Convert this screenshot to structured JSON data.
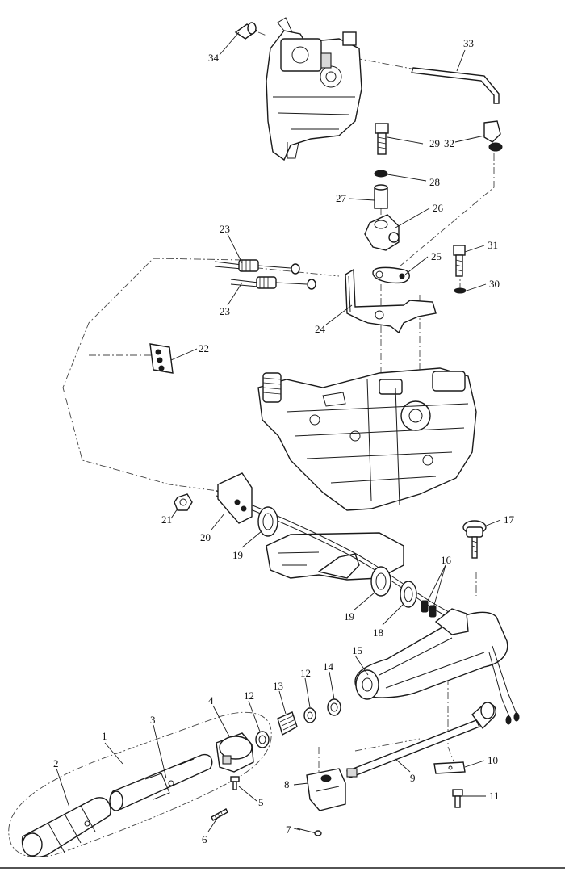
{
  "callouts": [
    {
      "id": "c1",
      "label": "1"
    },
    {
      "id": "c2",
      "label": "2"
    },
    {
      "id": "c3",
      "label": "3"
    },
    {
      "id": "c4",
      "label": "4"
    },
    {
      "id": "c5",
      "label": "5"
    },
    {
      "id": "c6",
      "label": "6"
    },
    {
      "id": "c7",
      "label": "7"
    },
    {
      "id": "c8",
      "label": "8"
    },
    {
      "id": "c9",
      "label": "9"
    },
    {
      "id": "c10",
      "label": "10"
    },
    {
      "id": "c11",
      "label": "11"
    },
    {
      "id": "c12a",
      "label": "12"
    },
    {
      "id": "c12b",
      "label": "12"
    },
    {
      "id": "c13",
      "label": "13"
    },
    {
      "id": "c14",
      "label": "14"
    },
    {
      "id": "c15",
      "label": "15"
    },
    {
      "id": "c16",
      "label": "16"
    },
    {
      "id": "c17",
      "label": "17"
    },
    {
      "id": "c18",
      "label": "18"
    },
    {
      "id": "c19a",
      "label": "19"
    },
    {
      "id": "c19b",
      "label": "19"
    },
    {
      "id": "c20",
      "label": "20"
    },
    {
      "id": "c21",
      "label": "21"
    },
    {
      "id": "c22",
      "label": "22"
    },
    {
      "id": "c23a",
      "label": "23"
    },
    {
      "id": "c23b",
      "label": "23"
    },
    {
      "id": "c24",
      "label": "24"
    },
    {
      "id": "c25",
      "label": "25"
    },
    {
      "id": "c26",
      "label": "26"
    },
    {
      "id": "c27",
      "label": "27"
    },
    {
      "id": "c28",
      "label": "28"
    },
    {
      "id": "c29",
      "label": "29"
    },
    {
      "id": "c30",
      "label": "30"
    },
    {
      "id": "c31",
      "label": "31"
    },
    {
      "id": "c32",
      "label": "32"
    },
    {
      "id": "c33",
      "label": "33"
    },
    {
      "id": "c34",
      "label": "34"
    }
  ]
}
